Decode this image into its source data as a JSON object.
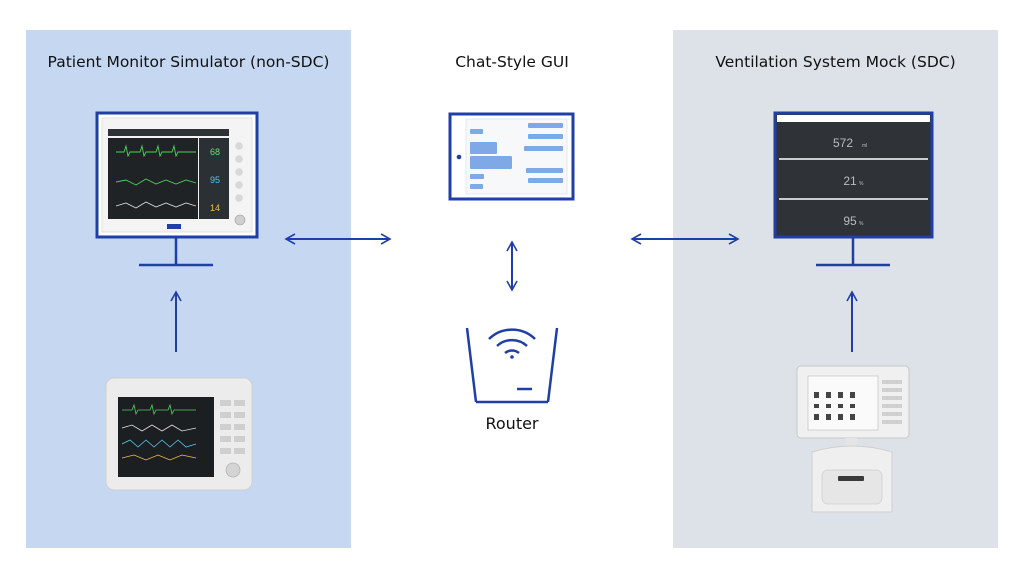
{
  "sections": {
    "left_title": "Patient Monitor Simulator (non-SDC)",
    "center_title": "Chat-Style GUI",
    "right_title": "Ventilation System Mock (SDC)",
    "router_label": "Router"
  },
  "ventilation_screen": {
    "values": [
      "572",
      "21",
      "95"
    ],
    "units": [
      "ml",
      "%",
      "%"
    ]
  },
  "monitor_screen": {
    "values": [
      "68",
      "95",
      "14"
    ]
  },
  "colors": {
    "accent": "#1f3fa6",
    "left_panel": "#c6d8f1",
    "right_panel": "#dde2e9",
    "screen_dark": "#2f3337"
  }
}
